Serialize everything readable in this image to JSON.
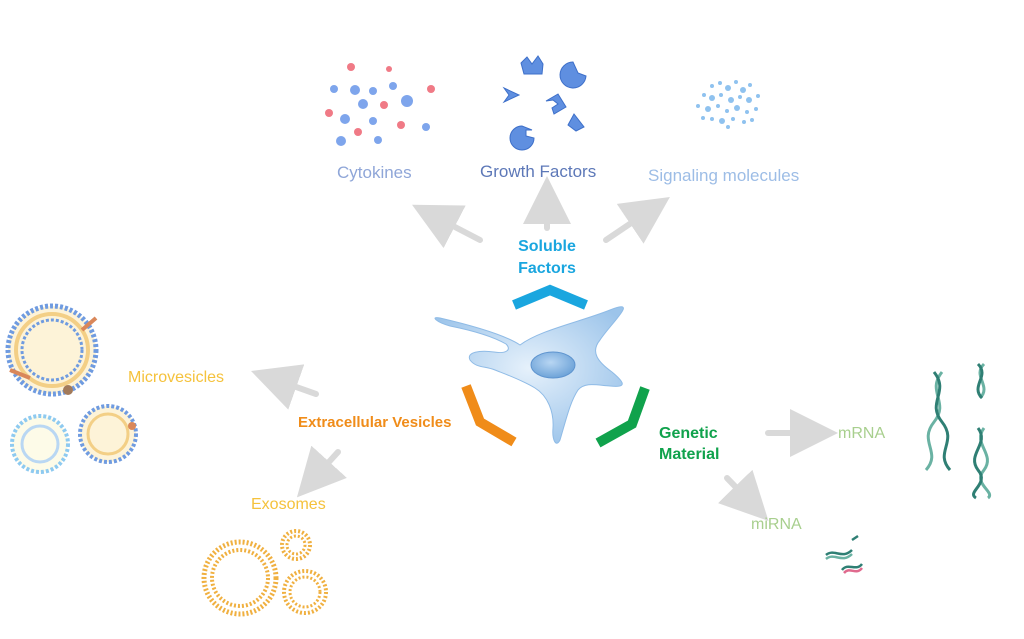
{
  "center": {
    "soluble_factors": {
      "line1": "Soluble",
      "line2": "Factors",
      "color": "#1aa6df"
    },
    "extracellular_vesicles": {
      "label": "Extracellular Vesicles",
      "color": "#f08c19"
    },
    "genetic_material": {
      "line1": "Genetic",
      "line2": "Material",
      "color": "#10a24c"
    }
  },
  "soluble_branches": {
    "cytokines": "Cytokines",
    "growth_factors": "Growth Factors",
    "signaling_molecules": "Signaling molecules"
  },
  "vesicle_branches": {
    "microvesicles": "Microvesicles",
    "exosomes": "Exosomes"
  },
  "genetic_branches": {
    "mrna": "mRNA",
    "mirna": "miRNA"
  },
  "icons": {
    "cell": "mesenchymal-stem-cell-icon",
    "cytokines": "cytokine-dots-icon",
    "growth_factors": "growth-factor-shapes-icon",
    "signaling": "signaling-molecules-icon",
    "microvesicles": "microvesicle-icon",
    "exosomes": "exosome-rings-icon",
    "mrna": "mrna-helix-icon",
    "mirna": "mirna-helix-icon"
  },
  "colors": {
    "arrow": "#d9d9d9",
    "cell": "#bcd7f0",
    "vesicle": "#f5c23c",
    "rna": "#a8cf8e"
  }
}
